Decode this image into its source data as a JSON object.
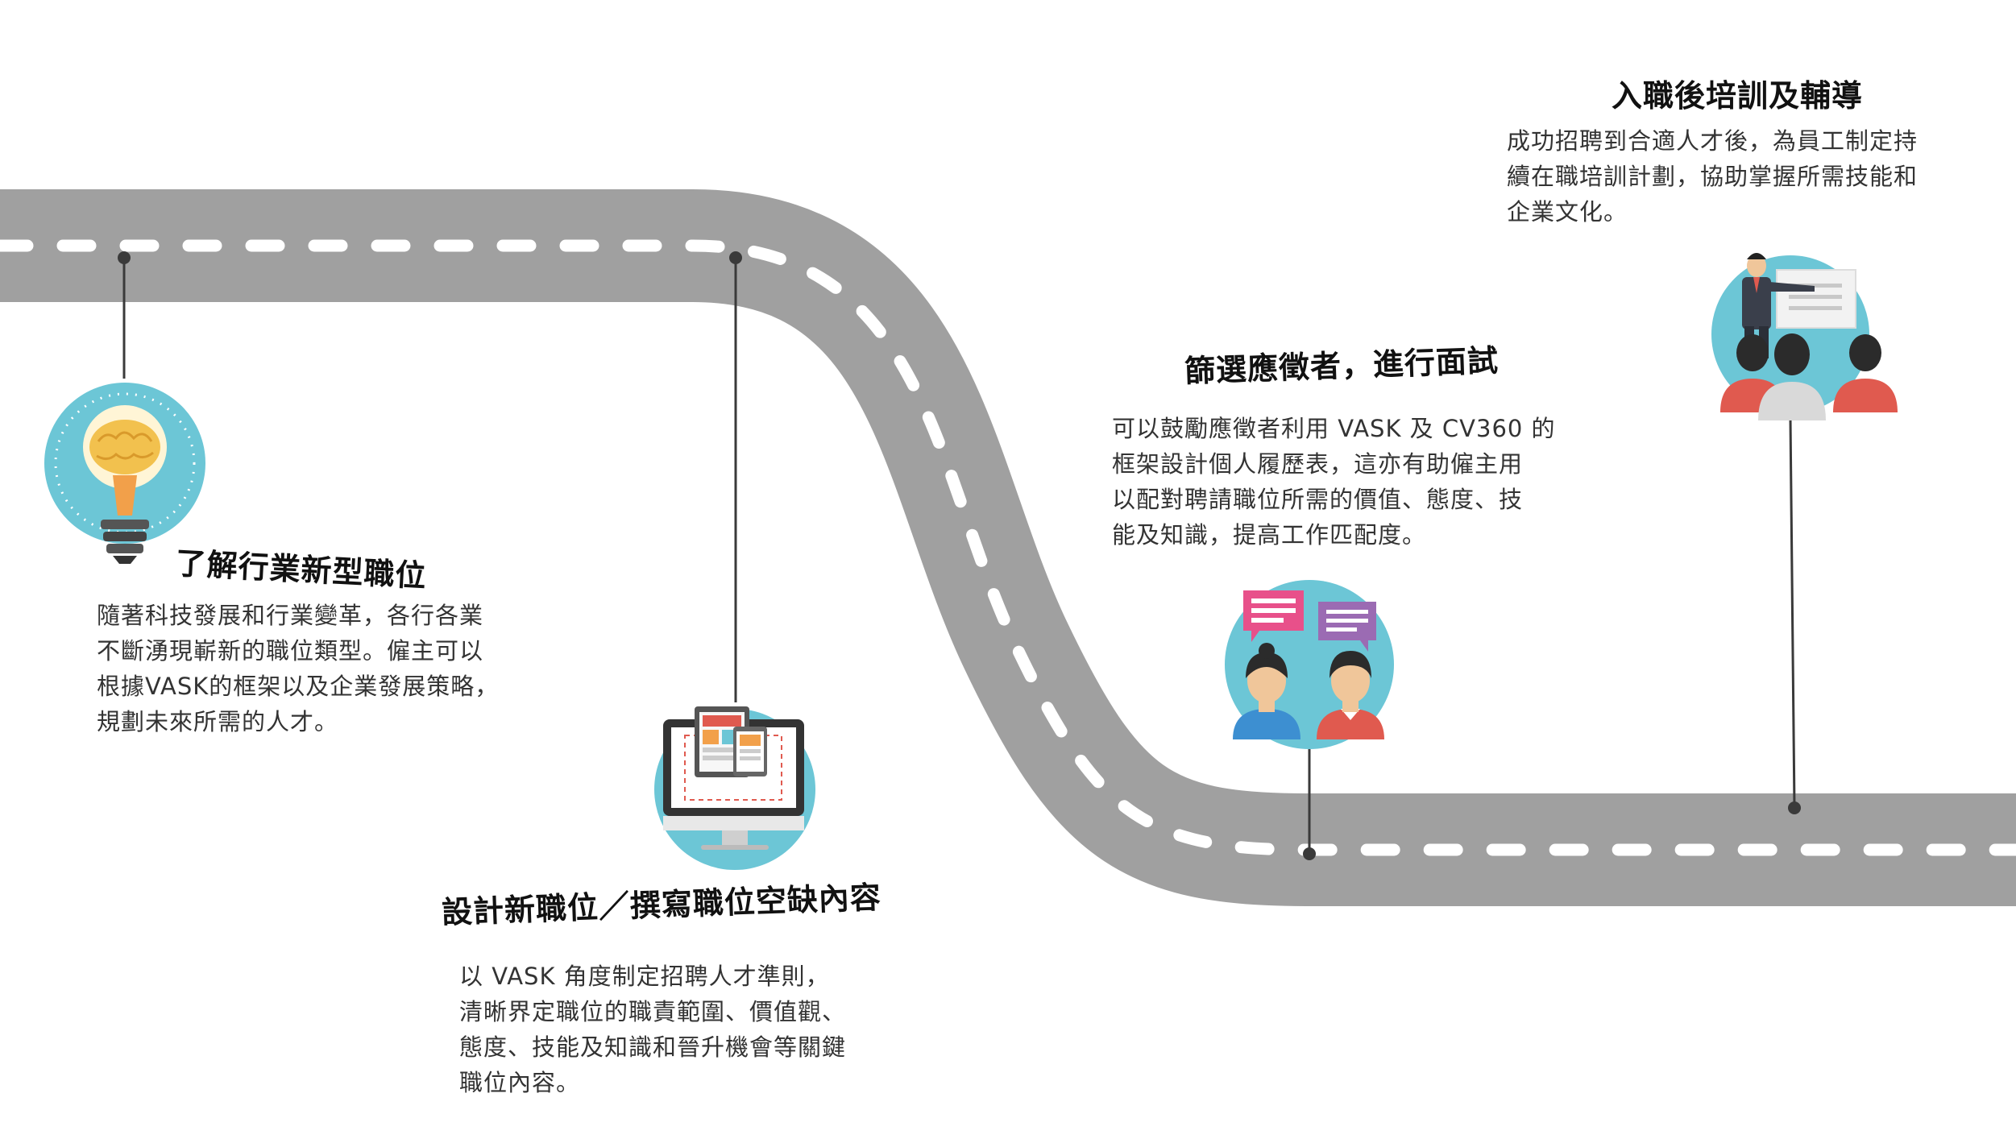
{
  "steps": [
    {
      "title": "了解行業新型職位",
      "icon": "lightbulb-brain-icon",
      "lines": [
        "隨著科技發展和行業變革，各行各業",
        "不斷湧現嶄新的職位類型。僱主可以",
        "根據VASK的框架以及企業發展策略，",
        "規劃未來所需的人才。"
      ]
    },
    {
      "title": "設計新職位／撰寫職位空缺內容",
      "icon": "desktop-design-icon",
      "lines": [
        "以 VASK 角度制定招聘人才準則，",
        "清晰界定職位的職責範圍、價值觀、",
        "態度、技能及知識和晉升機會等關鍵",
        "職位內容。"
      ]
    },
    {
      "title": "篩選應徵者，進行面試",
      "icon": "interview-chat-icon",
      "lines": [
        "可以鼓勵應徵者利用 VASK 及 CV360 的",
        "框架設計個人履歷表，這亦有助僱主用",
        "以配對聘請職位所需的價值、態度、技",
        "能及知識，提高工作匹配度。"
      ]
    },
    {
      "title": "入職後培訓及輔導",
      "icon": "presentation-training-icon",
      "lines": [
        "成功招聘到合適人才後，為員工制定持",
        "續在職培訓計劃，協助掌握所需技能和",
        "企業文化。"
      ]
    }
  ],
  "colors": {
    "road": "#a0a0a0",
    "dash": "#ffffff",
    "pin": "#3a3a3a",
    "icon_bg": "#6cc6d6",
    "accent_red": "#e05a4f",
    "accent_orange": "#f2a04a"
  }
}
